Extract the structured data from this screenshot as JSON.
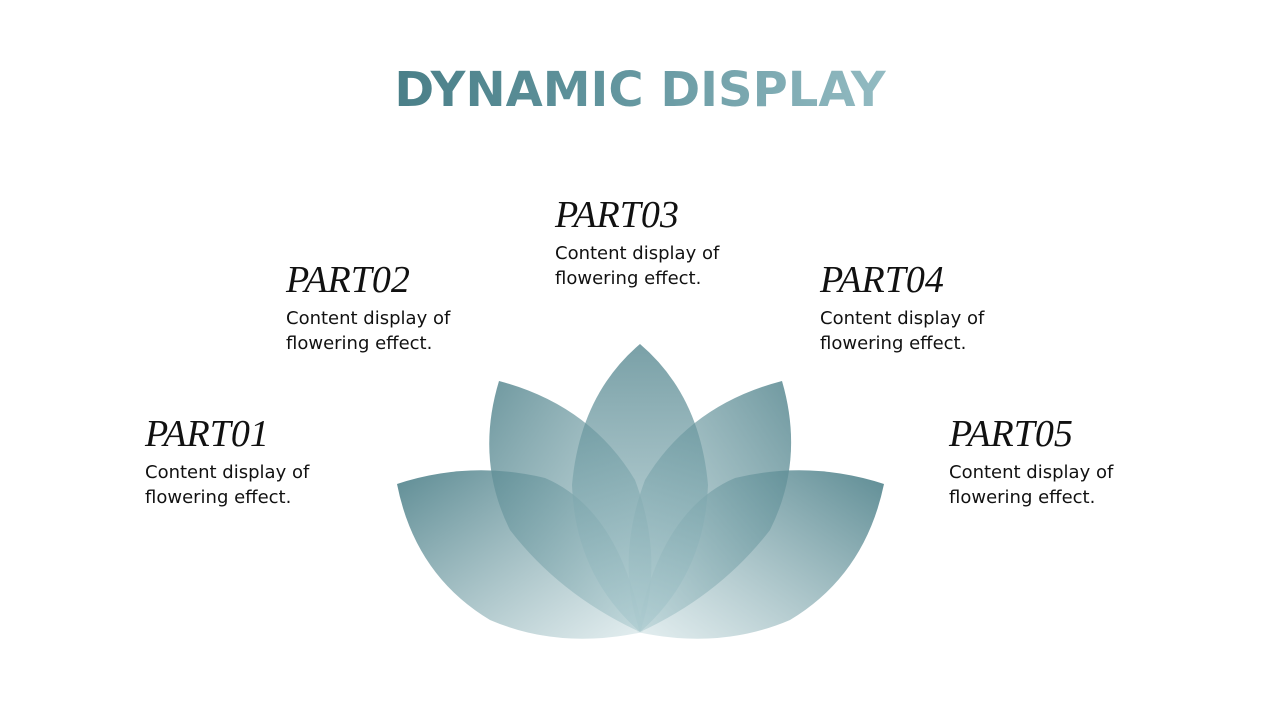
{
  "slide": {
    "title": "DYNAMIC DISPLAY",
    "parts": [
      {
        "heading": "PART01",
        "description": "Content display of flowering effect."
      },
      {
        "heading": "PART02",
        "description": "Content display of flowering effect."
      },
      {
        "heading": "PART03",
        "description": "Content display of flowering effect."
      },
      {
        "heading": "PART04",
        "description": "Content display of flowering effect."
      },
      {
        "heading": "PART05",
        "description": "Content display of flowering effect."
      }
    ]
  },
  "colors": {
    "title_start": "#4a7f88",
    "title_end": "#93bbc2",
    "petal_dark": "#4f828b",
    "petal_light": "#d6e6e9",
    "text": "#111111",
    "background": "#ffffff"
  },
  "graphic": {
    "type": "lotus-flower",
    "petal_count": 5
  }
}
